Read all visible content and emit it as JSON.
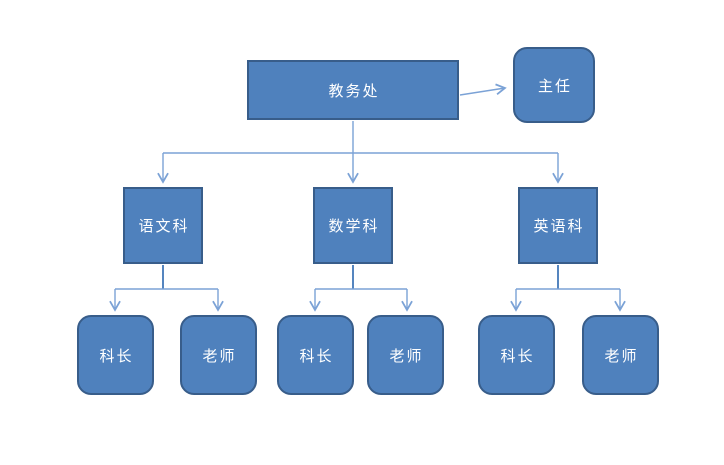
{
  "diagram": {
    "type": "org-chart",
    "nodes": {
      "root": {
        "label": "教务处",
        "shape": "rectangle"
      },
      "director": {
        "label": "主任",
        "shape": "rounded-rectangle"
      },
      "departments": [
        {
          "label": "语文科",
          "shape": "rectangle",
          "children": [
            {
              "label": "科长"
            },
            {
              "label": "老师"
            }
          ]
        },
        {
          "label": "数学科",
          "shape": "rectangle",
          "children": [
            {
              "label": "科长"
            },
            {
              "label": "老师"
            }
          ]
        },
        {
          "label": "英语科",
          "shape": "rectangle",
          "children": [
            {
              "label": "科长"
            },
            {
              "label": "老师"
            }
          ]
        }
      ]
    },
    "edges": [
      "教务处 → 主任",
      "教务处 → 语文科",
      "教务处 → 数学科",
      "教务处 → 英语科",
      "语文科 → 科长",
      "语文科 → 老师",
      "数学科 → 科长",
      "数学科 → 老师",
      "英语科 → 科长",
      "英语科 → 老师"
    ]
  },
  "colors": {
    "node_fill": "#4f81bd",
    "node_border": "#385d8a",
    "connector": "#7ba2d6",
    "stem": "#5585bf",
    "text": "#ffffff",
    "background": "#ffffff"
  }
}
